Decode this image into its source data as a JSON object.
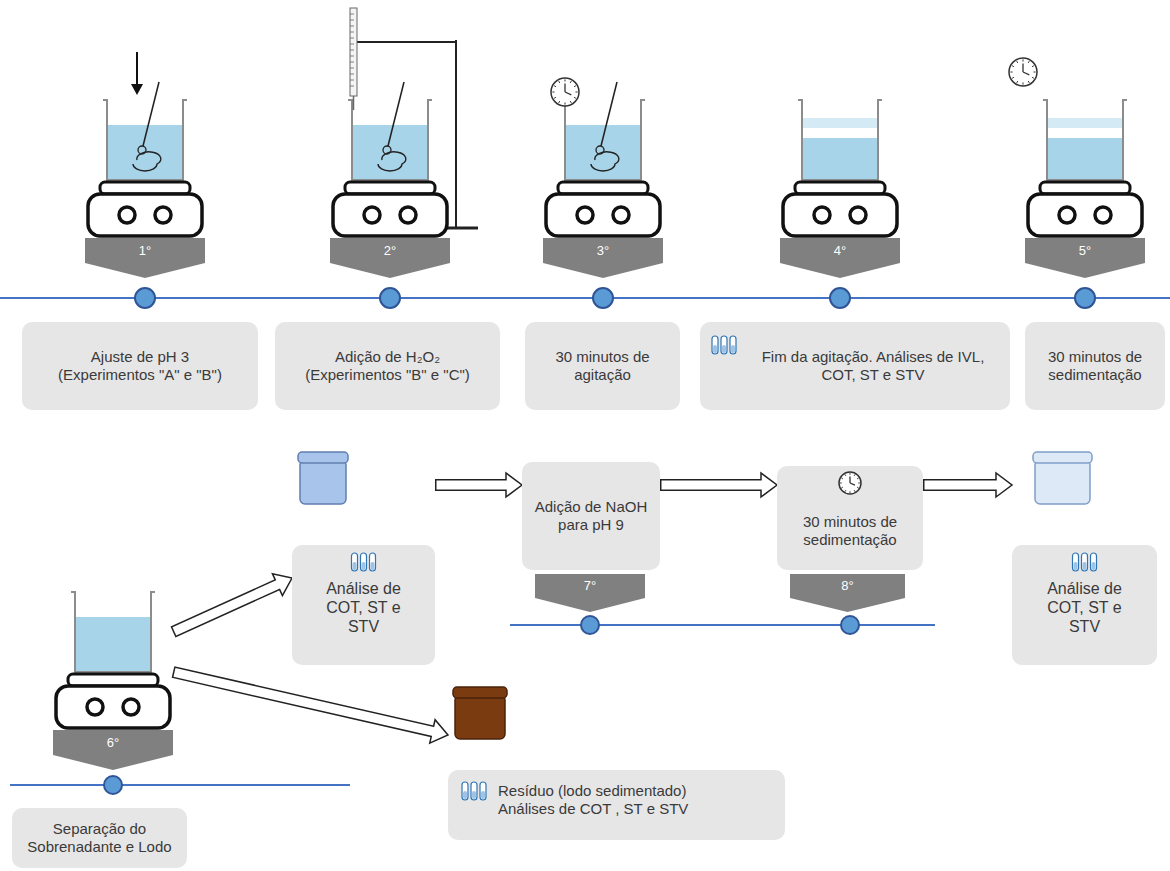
{
  "diagram": {
    "nodes": [
      {
        "text": [
          "1°"
        ]
      },
      {
        "text": [
          "Ajuste de pH 3 (Experimentos \"A\" e \"B\")"
        ]
      },
      {
        "text": [
          "2°"
        ]
      },
      {
        "text": [
          "Adição de H₂O₂ (Experimentos \"B\" e \"C\")"
        ]
      },
      {
        "text": [
          "3°"
        ]
      },
      {
        "text": [
          "30 minutos de agitação"
        ]
      },
      {
        "text": [
          "4°"
        ]
      },
      {
        "text": [
          "Fim da agitação. Análises de IVL, COT, ST e STV"
        ]
      },
      {
        "text": [
          "5°"
        ]
      },
      {
        "text": [
          "30 minutos de sedimentação"
        ]
      },
      {
        "text": [
          "6°"
        ]
      },
      {
        "text": [
          "Separação do Sobrenadante e Lodo"
        ]
      },
      {
        "text": [
          "Análise de COT, ST e STV"
        ]
      },
      {
        "text": [
          "Adição de NaOH para pH 9"
        ]
      },
      {
        "text": [
          "7°"
        ]
      },
      {
        "text": [
          "30 minutos de sedimentação"
        ]
      },
      {
        "text": [
          "8°"
        ]
      },
      {
        "text": [
          "Análise de COT, ST e STV"
        ]
      },
      {
        "text": [
          "Resíduo (lodo sedimentado)",
          "Análises de COT , ST e STV"
        ]
      }
    ],
    "edges": [
      {
        "from": 10,
        "to": 12,
        "arrow": "to"
      },
      {
        "from": 12,
        "to": 13,
        "arrow": "to"
      },
      {
        "from": 13,
        "to": 15,
        "arrow": "to"
      },
      {
        "from": 15,
        "to": 17,
        "arrow": "to"
      },
      {
        "from": 10,
        "to": 18,
        "arrow": "to"
      }
    ]
  }
}
